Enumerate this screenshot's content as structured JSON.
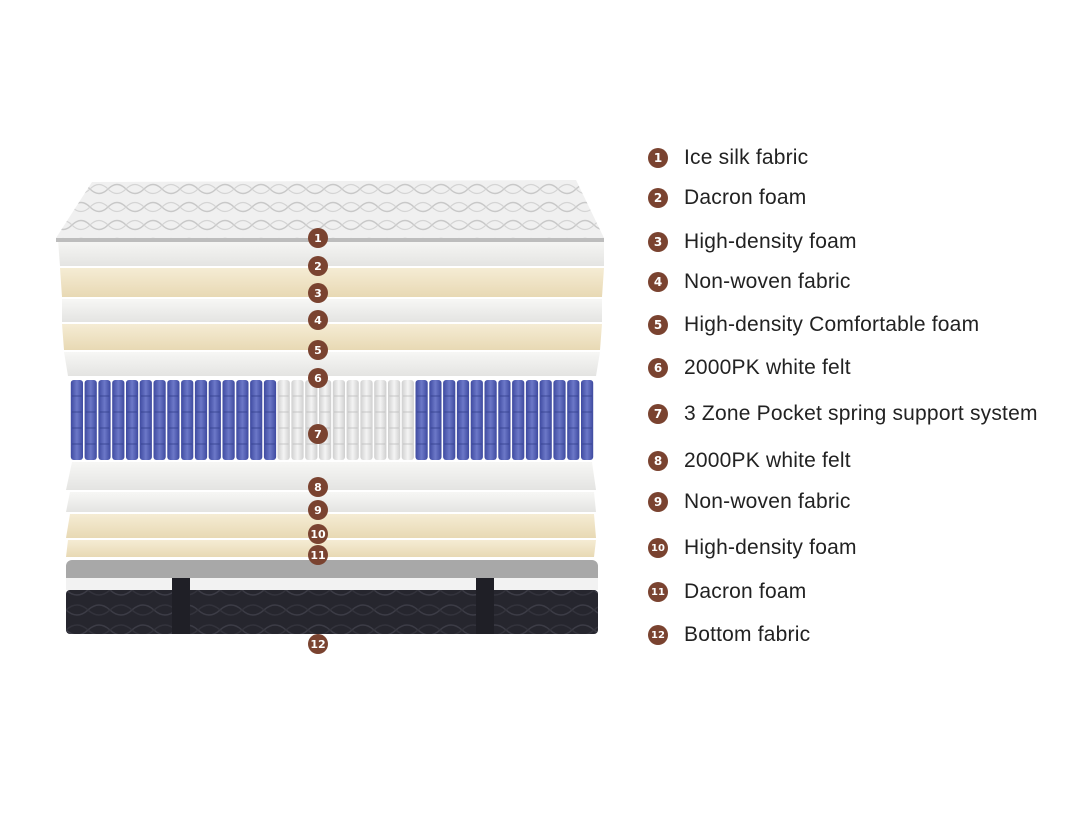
{
  "colors": {
    "badge": "#7a4330",
    "badge_text": "#ffffff",
    "label_text": "#222222",
    "fabric_top": "#eeeeee",
    "white_layer": "#f1f1ef",
    "cream_layer": "#efe3c4",
    "spring_blue": "#4d5bb3",
    "spring_white": "#e3e3e3",
    "bottom_fabric": "#26262e",
    "border_white": "#f4f4f4"
  },
  "layers": [
    {
      "number": "1",
      "label": "Ice silk fabric"
    },
    {
      "number": "2",
      "label": "Dacron foam"
    },
    {
      "number": "3",
      "label": "High-density foam"
    },
    {
      "number": "4",
      "label": "Non-woven fabric"
    },
    {
      "number": "5",
      "label": "High-density Comfortable foam"
    },
    {
      "number": "6",
      "label": "2000PK white felt"
    },
    {
      "number": "7",
      "label": "3 Zone Pocket spring support system"
    },
    {
      "number": "8",
      "label": "2000PK white felt"
    },
    {
      "number": "9",
      "label": "Non-woven fabric"
    },
    {
      "number": "10",
      "label": "High-density foam"
    },
    {
      "number": "11",
      "label": "Dacron foam"
    },
    {
      "number": "12",
      "label": "Bottom fabric"
    }
  ]
}
